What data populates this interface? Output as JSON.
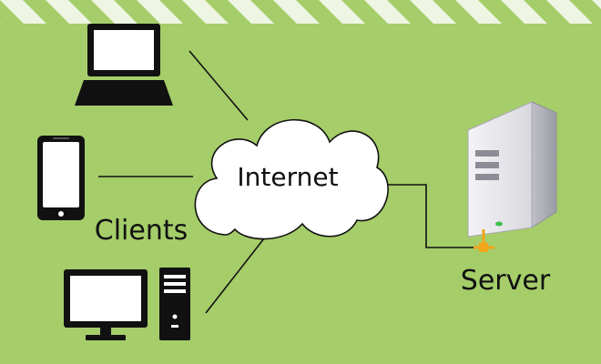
{
  "labels": {
    "internet": "Internet",
    "clients": "Clients",
    "server": "Server"
  },
  "icons": {
    "laptop": "laptop-icon",
    "phone": "smartphone-icon",
    "desktop": "desktop-computer-icon",
    "cloud": "cloud-icon",
    "server": "server-tower-icon"
  },
  "colors": {
    "background": "#a5cd69",
    "stripe": "#eef5e2",
    "device_dark": "#111111",
    "screen": "#ffffff",
    "cloud_fill": "#ffffff",
    "server_body": "#e8e8ec",
    "connector": "#f2a51a",
    "link": "#111111"
  }
}
